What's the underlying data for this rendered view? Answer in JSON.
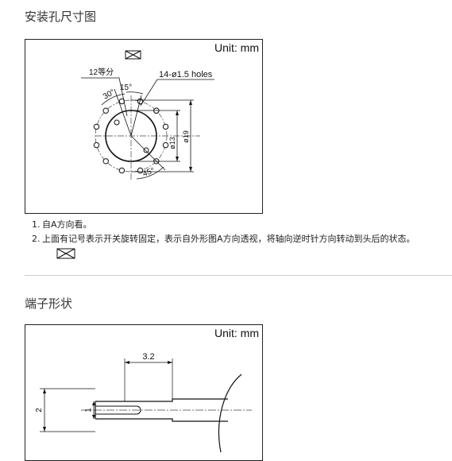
{
  "section1": {
    "title": "安装孔尺寸图",
    "unit_label": "Unit: mm",
    "labels": {
      "divisions": "12等分",
      "holes": "14-ø1.5 holes",
      "angle_30": "30°",
      "angle_15": "15°",
      "angle_45": "45°",
      "dia_13": "ø13",
      "dia_19": "ø19"
    },
    "notes": [
      {
        "num": "1.",
        "text": "自A方向看。"
      },
      {
        "num": "2.",
        "text": "上面有记号表示开关旋转固定，表示自外形图A方向透视，将轴向逆时针方向转动到头后的状态。"
      }
    ]
  },
  "section2": {
    "title": "端子形状",
    "unit_label": "Unit: mm",
    "labels": {
      "dim_3_2": "3.2",
      "dim_2": "2",
      "dim_1": "1"
    }
  }
}
